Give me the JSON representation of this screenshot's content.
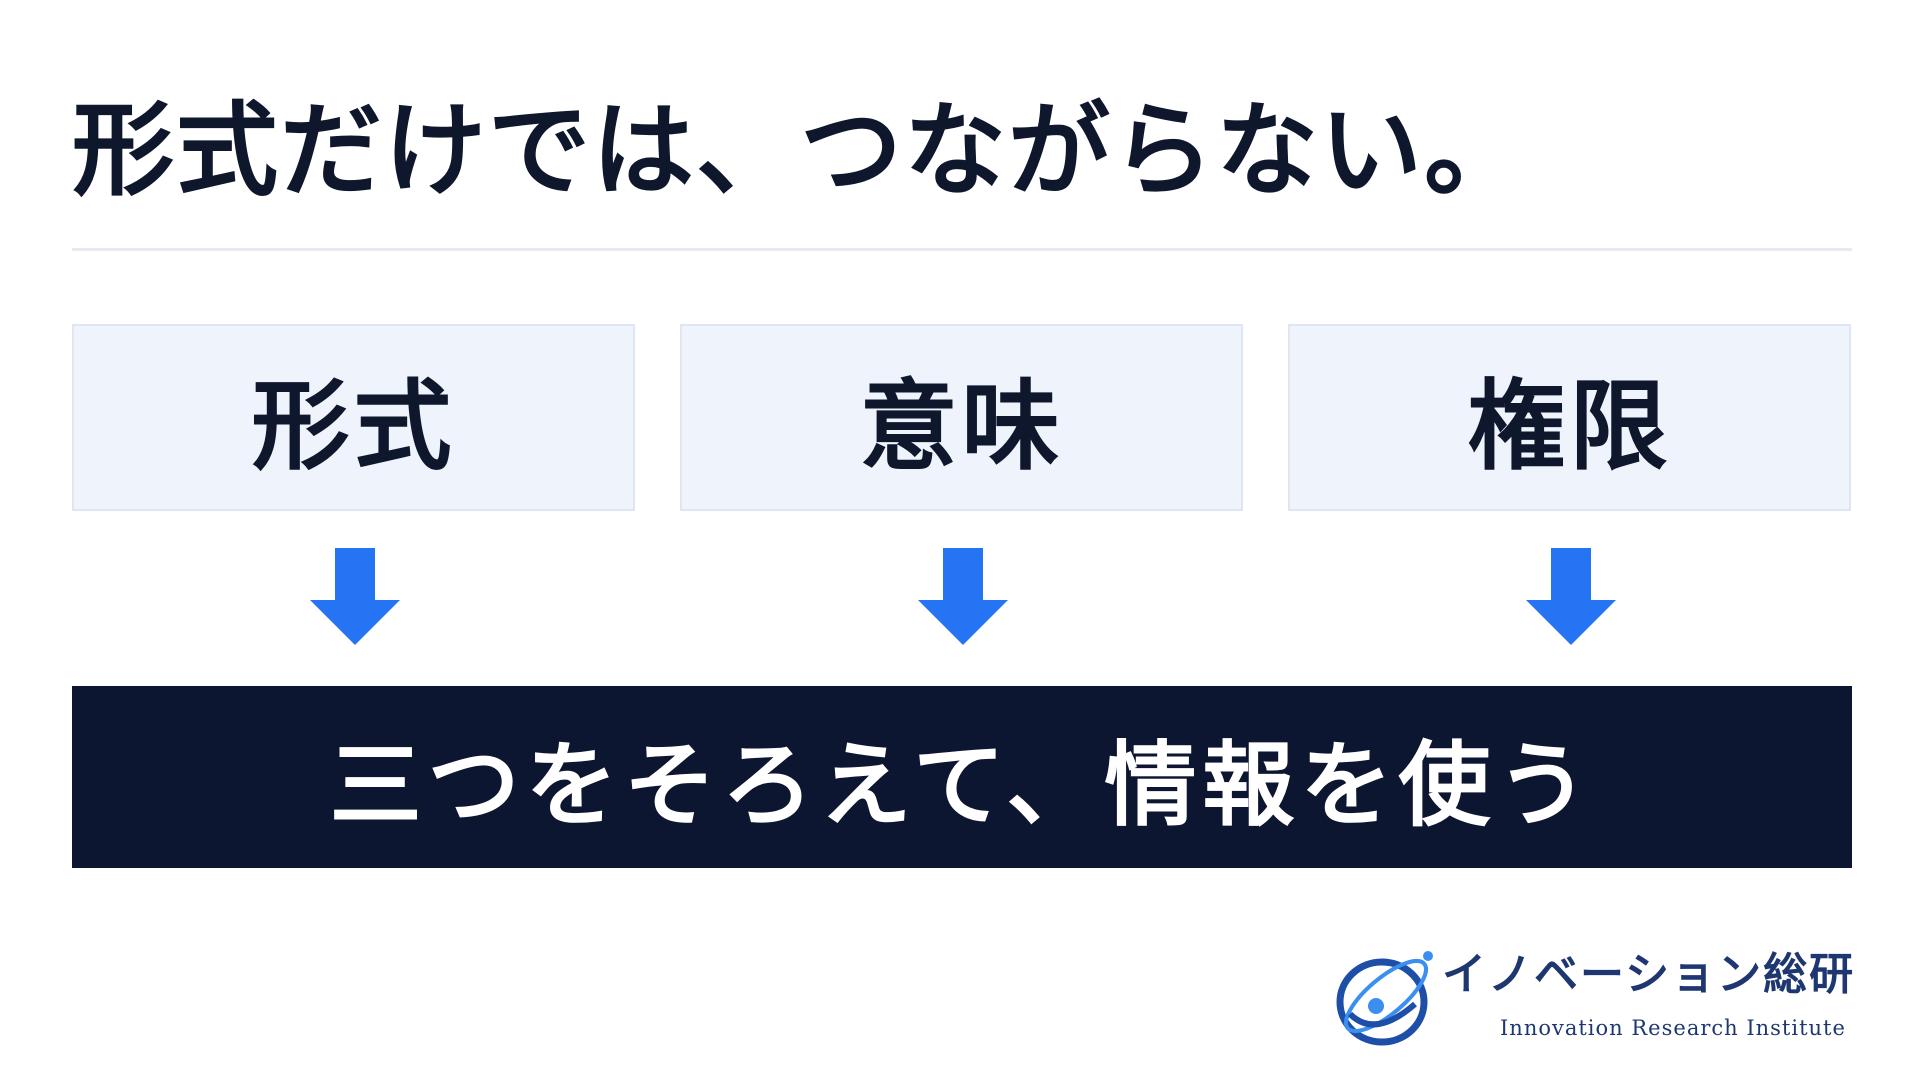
{
  "slide": {
    "title": "形式だけでは、つながらない。",
    "boxes": [
      {
        "label": "形式"
      },
      {
        "label": "意味"
      },
      {
        "label": "権限"
      }
    ],
    "banner": "三つをそろえて、情報を使う"
  },
  "logo": {
    "name": "イノベーション総研",
    "subtitle": "Innovation Research Institute"
  },
  "colors": {
    "title": "#0e172c",
    "box_bg": "#eef3fc",
    "arrow": "#2474f3",
    "banner_bg": "#0d1630",
    "banner_text": "#ffffff",
    "logo": "#1e3770"
  }
}
